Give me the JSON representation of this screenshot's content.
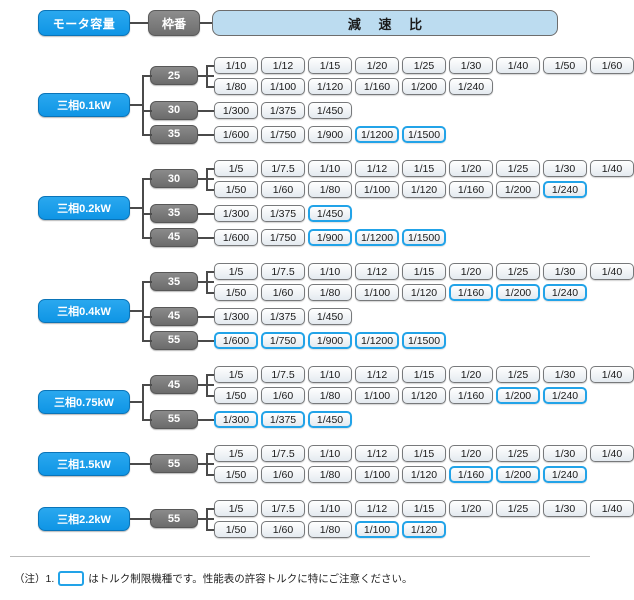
{
  "header": {
    "motor_capacity_label": "モータ容量",
    "frame_no_label": "枠番",
    "ratio_label": "減 速 比"
  },
  "colors": {
    "motor_blue": "#0f95e5",
    "frame_gray": "#6e6e6e",
    "ratio_header_fill": "#bcdcf0",
    "highlight_border": "#22a3e8",
    "chip_fill": "#e4eaf0",
    "connector": "#4a4a4a"
  },
  "legend": {
    "prefix": "（注）1.",
    "text": "はトルク制限機種です。性能表の許容トルクに特にご注意ください。"
  },
  "groups": [
    {
      "motor": "三相0.1kW",
      "frames": [
        {
          "frame": "25",
          "rows": [
            {
              "ratios": [
                {
                  "v": "1/10",
                  "hl": false
                },
                {
                  "v": "1/12",
                  "hl": false
                },
                {
                  "v": "1/15",
                  "hl": false
                },
                {
                  "v": "1/20",
                  "hl": false
                },
                {
                  "v": "1/25",
                  "hl": false
                },
                {
                  "v": "1/30",
                  "hl": false
                },
                {
                  "v": "1/40",
                  "hl": false
                },
                {
                  "v": "1/50",
                  "hl": false
                },
                {
                  "v": "1/60",
                  "hl": false
                }
              ]
            },
            {
              "ratios": [
                {
                  "v": "1/80",
                  "hl": false
                },
                {
                  "v": "1/100",
                  "hl": false
                },
                {
                  "v": "1/120",
                  "hl": false
                },
                {
                  "v": "1/160",
                  "hl": false
                },
                {
                  "v": "1/200",
                  "hl": false
                },
                {
                  "v": "1/240",
                  "hl": false
                }
              ]
            }
          ]
        },
        {
          "frame": "30",
          "rows": [
            {
              "ratios": [
                {
                  "v": "1/300",
                  "hl": false
                },
                {
                  "v": "1/375",
                  "hl": false
                },
                {
                  "v": "1/450",
                  "hl": false
                }
              ]
            }
          ]
        },
        {
          "frame": "35",
          "rows": [
            {
              "ratios": [
                {
                  "v": "1/600",
                  "hl": false
                },
                {
                  "v": "1/750",
                  "hl": false
                },
                {
                  "v": "1/900",
                  "hl": false
                },
                {
                  "v": "1/1200",
                  "hl": true
                },
                {
                  "v": "1/1500",
                  "hl": true
                }
              ]
            }
          ]
        }
      ]
    },
    {
      "motor": "三相0.2kW",
      "frames": [
        {
          "frame": "30",
          "rows": [
            {
              "ratios": [
                {
                  "v": "1/5",
                  "hl": false
                },
                {
                  "v": "1/7.5",
                  "hl": false
                },
                {
                  "v": "1/10",
                  "hl": false
                },
                {
                  "v": "1/12",
                  "hl": false
                },
                {
                  "v": "1/15",
                  "hl": false
                },
                {
                  "v": "1/20",
                  "hl": false
                },
                {
                  "v": "1/25",
                  "hl": false
                },
                {
                  "v": "1/30",
                  "hl": false
                },
                {
                  "v": "1/40",
                  "hl": false
                }
              ]
            },
            {
              "ratios": [
                {
                  "v": "1/50",
                  "hl": false
                },
                {
                  "v": "1/60",
                  "hl": false
                },
                {
                  "v": "1/80",
                  "hl": false
                },
                {
                  "v": "1/100",
                  "hl": false
                },
                {
                  "v": "1/120",
                  "hl": false
                },
                {
                  "v": "1/160",
                  "hl": false
                },
                {
                  "v": "1/200",
                  "hl": false
                },
                {
                  "v": "1/240",
                  "hl": true
                }
              ]
            }
          ]
        },
        {
          "frame": "35",
          "rows": [
            {
              "ratios": [
                {
                  "v": "1/300",
                  "hl": false
                },
                {
                  "v": "1/375",
                  "hl": false
                },
                {
                  "v": "1/450",
                  "hl": true
                }
              ]
            }
          ]
        },
        {
          "frame": "45",
          "rows": [
            {
              "ratios": [
                {
                  "v": "1/600",
                  "hl": false
                },
                {
                  "v": "1/750",
                  "hl": false
                },
                {
                  "v": "1/900",
                  "hl": true
                },
                {
                  "v": "1/1200",
                  "hl": true
                },
                {
                  "v": "1/1500",
                  "hl": true
                }
              ]
            }
          ]
        }
      ]
    },
    {
      "motor": "三相0.4kW",
      "frames": [
        {
          "frame": "35",
          "rows": [
            {
              "ratios": [
                {
                  "v": "1/5",
                  "hl": false
                },
                {
                  "v": "1/7.5",
                  "hl": false
                },
                {
                  "v": "1/10",
                  "hl": false
                },
                {
                  "v": "1/12",
                  "hl": false
                },
                {
                  "v": "1/15",
                  "hl": false
                },
                {
                  "v": "1/20",
                  "hl": false
                },
                {
                  "v": "1/25",
                  "hl": false
                },
                {
                  "v": "1/30",
                  "hl": false
                },
                {
                  "v": "1/40",
                  "hl": false
                }
              ]
            },
            {
              "ratios": [
                {
                  "v": "1/50",
                  "hl": false
                },
                {
                  "v": "1/60",
                  "hl": false
                },
                {
                  "v": "1/80",
                  "hl": false
                },
                {
                  "v": "1/100",
                  "hl": false
                },
                {
                  "v": "1/120",
                  "hl": false
                },
                {
                  "v": "1/160",
                  "hl": true
                },
                {
                  "v": "1/200",
                  "hl": true
                },
                {
                  "v": "1/240",
                  "hl": true
                }
              ]
            }
          ]
        },
        {
          "frame": "45",
          "rows": [
            {
              "ratios": [
                {
                  "v": "1/300",
                  "hl": false
                },
                {
                  "v": "1/375",
                  "hl": false
                },
                {
                  "v": "1/450",
                  "hl": false
                }
              ]
            }
          ]
        },
        {
          "frame": "55",
          "rows": [
            {
              "ratios": [
                {
                  "v": "1/600",
                  "hl": true
                },
                {
                  "v": "1/750",
                  "hl": true
                },
                {
                  "v": "1/900",
                  "hl": true
                },
                {
                  "v": "1/1200",
                  "hl": true
                },
                {
                  "v": "1/1500",
                  "hl": true
                }
              ]
            }
          ]
        }
      ]
    },
    {
      "motor": "三相0.75kW",
      "frames": [
        {
          "frame": "45",
          "rows": [
            {
              "ratios": [
                {
                  "v": "1/5",
                  "hl": false
                },
                {
                  "v": "1/7.5",
                  "hl": false
                },
                {
                  "v": "1/10",
                  "hl": false
                },
                {
                  "v": "1/12",
                  "hl": false
                },
                {
                  "v": "1/15",
                  "hl": false
                },
                {
                  "v": "1/20",
                  "hl": false
                },
                {
                  "v": "1/25",
                  "hl": false
                },
                {
                  "v": "1/30",
                  "hl": false
                },
                {
                  "v": "1/40",
                  "hl": false
                }
              ]
            },
            {
              "ratios": [
                {
                  "v": "1/50",
                  "hl": false
                },
                {
                  "v": "1/60",
                  "hl": false
                },
                {
                  "v": "1/80",
                  "hl": false
                },
                {
                  "v": "1/100",
                  "hl": false
                },
                {
                  "v": "1/120",
                  "hl": false
                },
                {
                  "v": "1/160",
                  "hl": false
                },
                {
                  "v": "1/200",
                  "hl": true
                },
                {
                  "v": "1/240",
                  "hl": true
                }
              ]
            }
          ]
        },
        {
          "frame": "55",
          "rows": [
            {
              "ratios": [
                {
                  "v": "1/300",
                  "hl": true
                },
                {
                  "v": "1/375",
                  "hl": true
                },
                {
                  "v": "1/450",
                  "hl": true
                }
              ]
            }
          ]
        }
      ]
    },
    {
      "motor": "三相1.5kW",
      "frames": [
        {
          "frame": "55",
          "rows": [
            {
              "ratios": [
                {
                  "v": "1/5",
                  "hl": false
                },
                {
                  "v": "1/7.5",
                  "hl": false
                },
                {
                  "v": "1/10",
                  "hl": false
                },
                {
                  "v": "1/12",
                  "hl": false
                },
                {
                  "v": "1/15",
                  "hl": false
                },
                {
                  "v": "1/20",
                  "hl": false
                },
                {
                  "v": "1/25",
                  "hl": false
                },
                {
                  "v": "1/30",
                  "hl": false
                },
                {
                  "v": "1/40",
                  "hl": false
                }
              ]
            },
            {
              "ratios": [
                {
                  "v": "1/50",
                  "hl": false
                },
                {
                  "v": "1/60",
                  "hl": false
                },
                {
                  "v": "1/80",
                  "hl": false
                },
                {
                  "v": "1/100",
                  "hl": false
                },
                {
                  "v": "1/120",
                  "hl": false
                },
                {
                  "v": "1/160",
                  "hl": true
                },
                {
                  "v": "1/200",
                  "hl": true
                },
                {
                  "v": "1/240",
                  "hl": true
                }
              ]
            }
          ]
        }
      ]
    },
    {
      "motor": "三相2.2kW",
      "frames": [
        {
          "frame": "55",
          "rows": [
            {
              "ratios": [
                {
                  "v": "1/5",
                  "hl": false
                },
                {
                  "v": "1/7.5",
                  "hl": false
                },
                {
                  "v": "1/10",
                  "hl": false
                },
                {
                  "v": "1/12",
                  "hl": false
                },
                {
                  "v": "1/15",
                  "hl": false
                },
                {
                  "v": "1/20",
                  "hl": false
                },
                {
                  "v": "1/25",
                  "hl": false
                },
                {
                  "v": "1/30",
                  "hl": false
                },
                {
                  "v": "1/40",
                  "hl": false
                }
              ]
            },
            {
              "ratios": [
                {
                  "v": "1/50",
                  "hl": false
                },
                {
                  "v": "1/60",
                  "hl": false
                },
                {
                  "v": "1/80",
                  "hl": false
                },
                {
                  "v": "1/100",
                  "hl": true
                },
                {
                  "v": "1/120",
                  "hl": true
                }
              ]
            }
          ]
        }
      ]
    }
  ]
}
